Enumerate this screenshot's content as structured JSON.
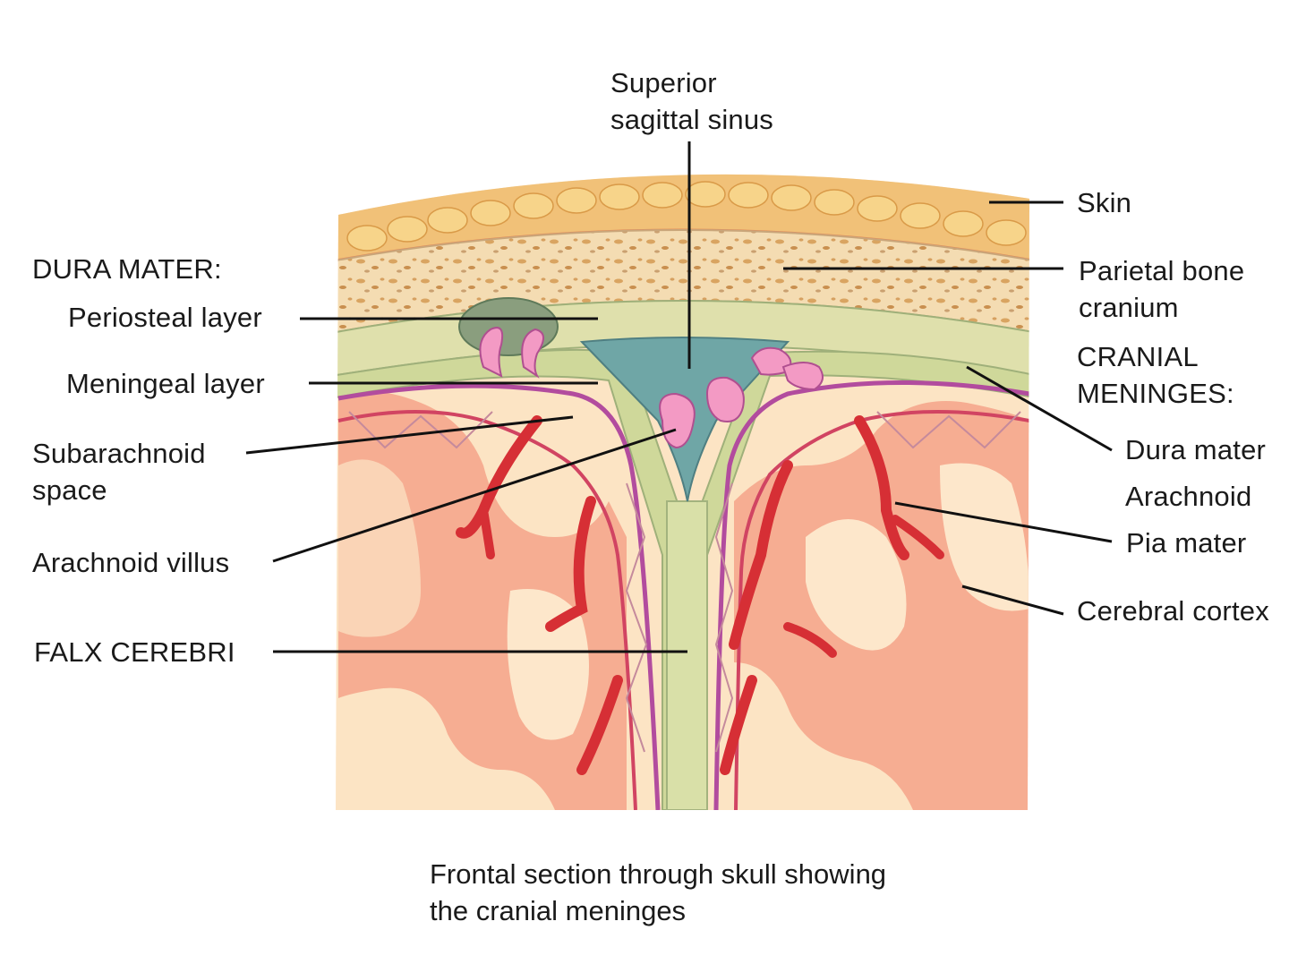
{
  "labels": {
    "superior_sagittal_sinus": [
      "Superior",
      "sagittal sinus"
    ],
    "skin": "Skin",
    "parietal_bone": [
      "Parietal bone",
      "cranium"
    ],
    "cranial_meninges": [
      "CRANIAL",
      "MENINGES:"
    ],
    "dura_mater_right": "Dura mater",
    "arachnoid": "Arachnoid",
    "pia_mater": "Pia mater",
    "cerebral_cortex": "Cerebral cortex",
    "dura_mater_heading": "DURA MATER:",
    "periosteal_layer": "Periosteal layer",
    "meningeal_layer": "Meningeal layer",
    "subarachnoid_space": [
      "Subarachnoid",
      "space"
    ],
    "arachnoid_villus": "Arachnoid villus",
    "falx_cerebri": "FALX CEREBRI"
  },
  "caption": [
    "Frontal section through skull showing",
    "the cranial meninges"
  ],
  "colors": {
    "skin": "#f2b36a",
    "bone": "#f6dfb8",
    "dura": "#d9dca6",
    "sinus": "#6fa5a5",
    "arachnoid": "#b04fa0",
    "pia": "#c23a5a",
    "vessel": "#d8303a",
    "cortex": "#f4a98e",
    "white_matter": "#fce3c0"
  }
}
